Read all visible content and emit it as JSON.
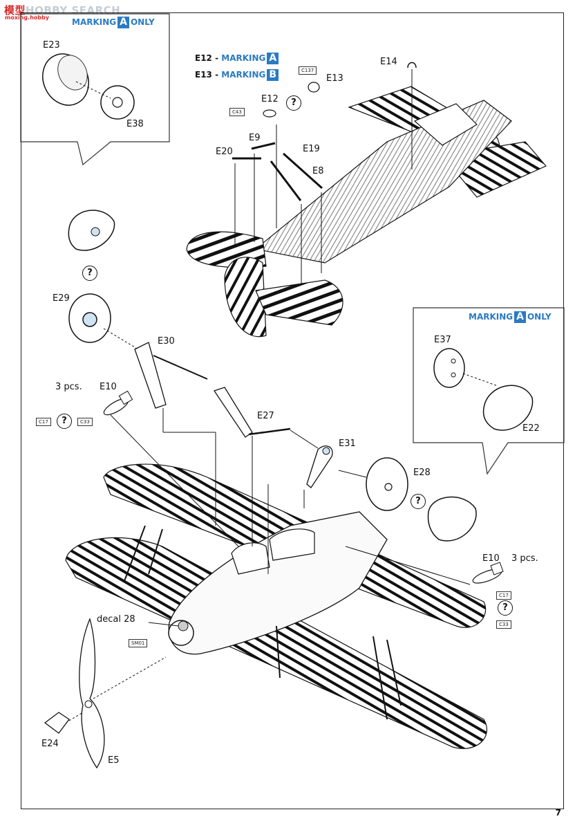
{
  "watermark": {
    "prefix": "模型",
    "brand": "HOBBY SEARCH",
    "sub": "moxing.hobby"
  },
  "markings": {
    "top_left": {
      "text_a": "MARKING",
      "letter": "A",
      "text_b": "ONLY"
    },
    "right": {
      "text_a": "MARKING",
      "letter": "A",
      "text_b": "ONLY"
    },
    "e12": {
      "part": "E12 -",
      "text": "MARKING",
      "letter": "A"
    },
    "e13": {
      "part": "E13 -",
      "text": "MARKING",
      "letter": "B"
    }
  },
  "labels": {
    "e23": "E23",
    "e38": "E38",
    "e14": "E14",
    "e13": "E13",
    "e12": "E12",
    "e9": "E9",
    "e20": "E20",
    "e19": "E19",
    "e8": "E8",
    "e29": "E29",
    "e30": "E30",
    "e37": "E37",
    "e10a": "E10",
    "e10a_qty": "3 pcs.",
    "e27": "E27",
    "e31": "E31",
    "e28": "E28",
    "e22": "E22",
    "e10b": "E10",
    "e10b_qty": "3 pcs.",
    "decal": "decal 28",
    "e24": "E24",
    "e5": "E5"
  },
  "refs": {
    "c137": "C137",
    "c43": "C43",
    "c17a": "C17",
    "c33a": "C33",
    "c17b": "C17",
    "c33b": "C33",
    "sm01": "SM01"
  },
  "question": "?",
  "page_number": "7"
}
